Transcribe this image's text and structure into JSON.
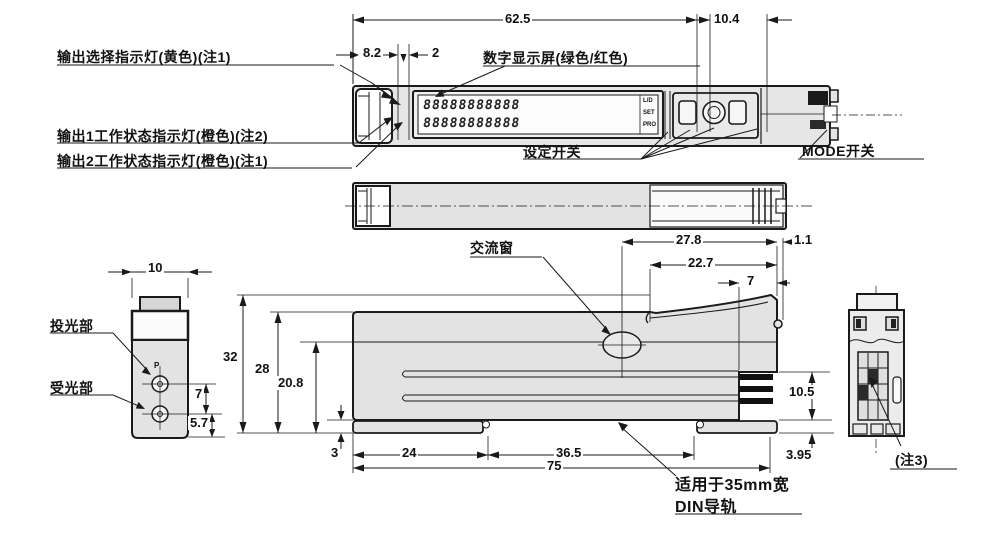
{
  "drawing": {
    "labels": {
      "out_select": "输出选择指示灯(黄色)(注1)",
      "out1": "输出1工作状态指示灯(橙色)(注2)",
      "out2": "输出2工作状态指示灯(橙色)(注1)",
      "display_screen": "数字显示屏(绿色/红色)",
      "setting_switch": "设定开关",
      "mode_switch": "MODE开关",
      "ac_window": "交流窗",
      "emitter": "投光部",
      "receiver": "受光部",
      "p_mark": "P",
      "din_note_1": "适用于35mm宽",
      "din_note_2": "DIN导轨",
      "note3": "(注3)"
    },
    "display": {
      "digits_row": "88888888888",
      "legend": [
        "L/D",
        "SET",
        "PRO"
      ]
    },
    "dims": {
      "total_width": "62.5",
      "lock_width": "10.4",
      "led_offset": "8.2",
      "led_pitch": "2",
      "win_to_edge": "27.8",
      "lever_width": "22.7",
      "step_width": "7",
      "edge_step": "1.1",
      "height_total": "32",
      "height_body": "28",
      "height_groove": "20.8",
      "head_width": "10",
      "port_pitch": "7",
      "port_bottom": "5.7",
      "foot_height": "3",
      "foot_left": "24",
      "foot_gap": "36.5",
      "body_length": "75",
      "terminal_height": "10.5",
      "rail_depth": "3.95"
    },
    "colors": {
      "body_fill": "#e3e3e3",
      "line": "#1a1a1a",
      "background": "#ffffff",
      "button_dark": "#1a1a1a"
    }
  }
}
